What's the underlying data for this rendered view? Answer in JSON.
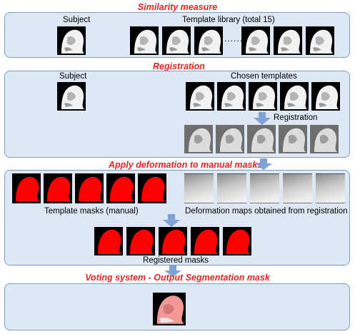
{
  "stages": {
    "similarity": "Similarity measure",
    "registration": "Registration",
    "deformation": "Apply deformation to manual masks",
    "voting": "Voting system - Output Segmentation mask"
  },
  "labels": {
    "subject_1": "Subject",
    "template_library": "Template library (total 15)",
    "ellipsis": "........",
    "subject_2": "Subject",
    "chosen_templates": "Chosen templates",
    "registration_step": "Registration",
    "template_masks": "Template masks (manual)",
    "deformation_maps": "Deformation maps obtained from registration",
    "registered_masks": "Registered  masks"
  },
  "colors": {
    "title_red": "#e02424",
    "panel_fill": "#dde8f4",
    "panel_border": "#7a9cc6",
    "arrow_blue": "#7fa3d6",
    "mask_red": "#ff0000"
  },
  "icons": {
    "arrow": "down-arrow-icon"
  }
}
